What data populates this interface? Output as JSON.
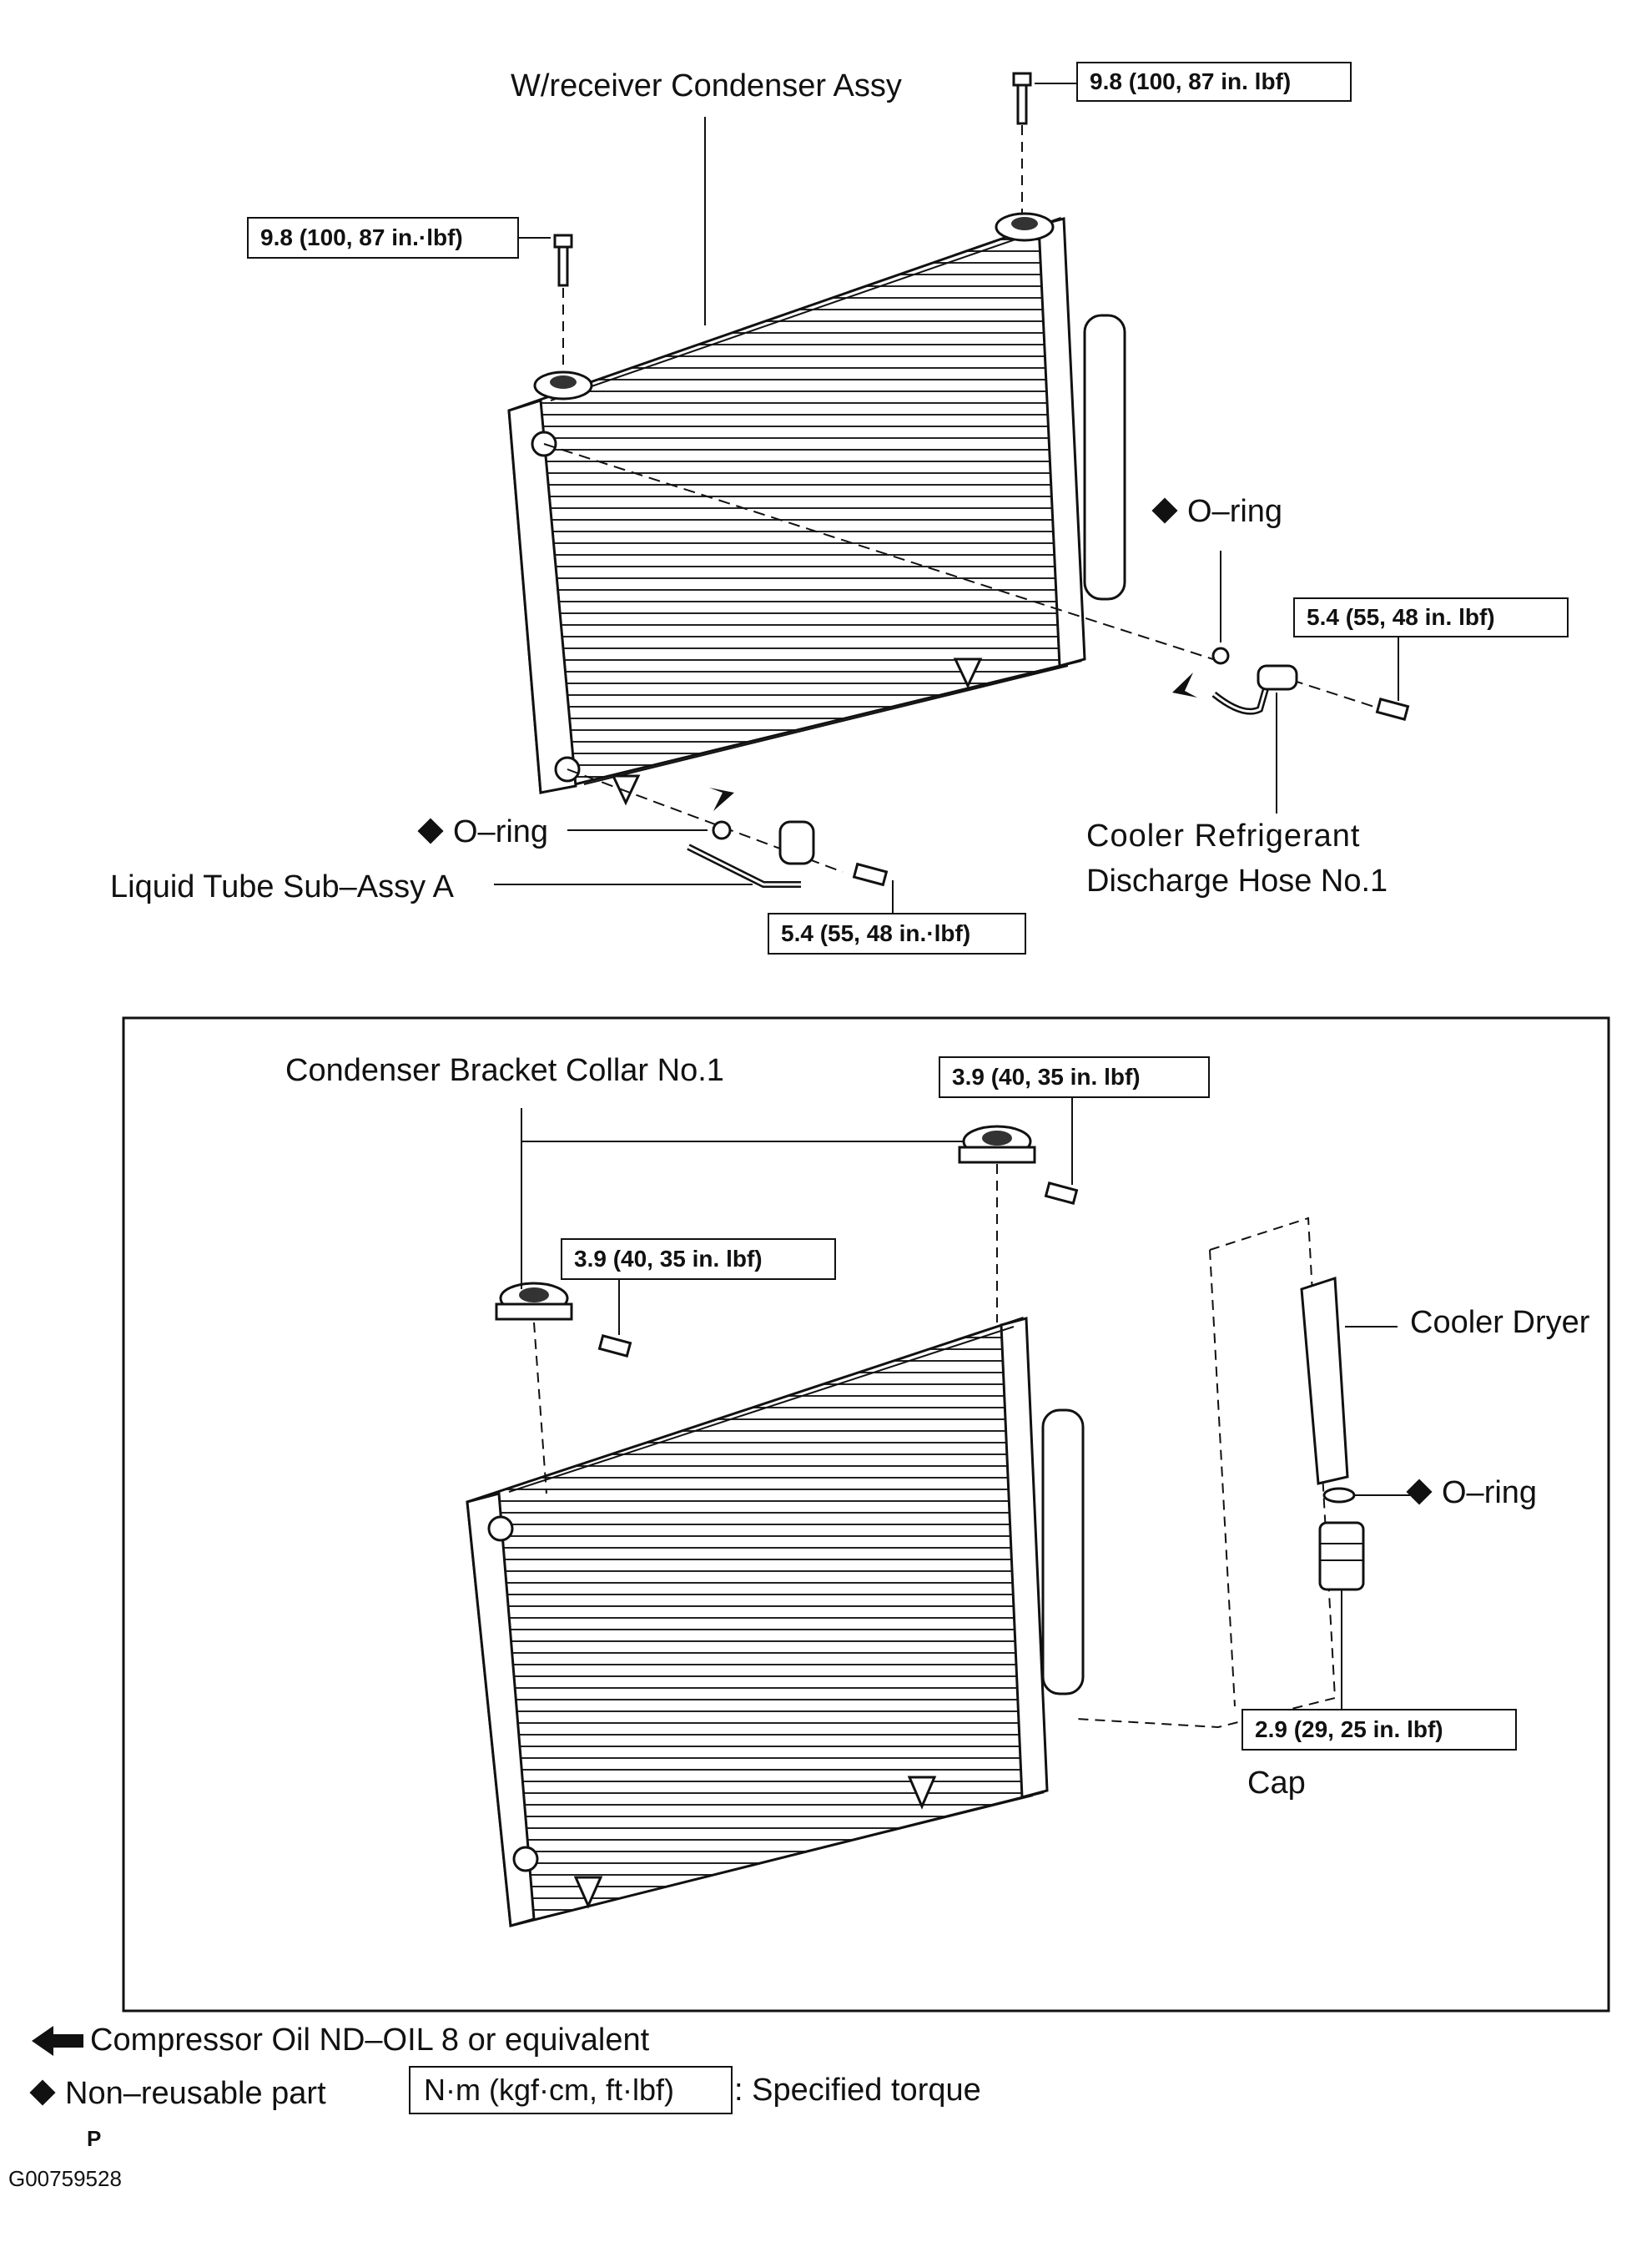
{
  "top": {
    "condenser_assy": "W/receiver Condenser Assy",
    "torque_top_right": "9.8 (100, 87 in. lbf)",
    "torque_top_left": "9.8 (100, 87 in.·lbf)",
    "oring_right": "O–ring",
    "torque_right_bolt": "5.4 (55, 48 in. lbf)",
    "oring_left": "O–ring",
    "liquid_tube": "Liquid Tube Sub–Assy A",
    "discharge_hose_line1": "Cooler  Refrigerant",
    "discharge_hose_line2": "Discharge Hose No.1",
    "torque_bottom_bolt": "5.4 (55, 48 in.·lbf)"
  },
  "inset": {
    "bracket_collar": "Condenser Bracket Collar No.1",
    "torque_collar_right": "3.9 (40, 35 in. lbf)",
    "torque_collar_left": "3.9 (40, 35 in. lbf)",
    "cooler_dryer": "Cooler Dryer",
    "oring": "O–ring",
    "torque_cap": "2.9 (29, 25 in. lbf)",
    "cap": "Cap"
  },
  "legend": {
    "oil": "Compressor Oil ND–OIL 8 or equivalent",
    "non_reusable": "Non–reusable part",
    "torque_unit": "N·m (kgf·cm, ft·lbf)",
    "torque_desc": ": Specified torque"
  },
  "footer": {
    "page_mark": "P",
    "figure_code": "G00759528"
  }
}
